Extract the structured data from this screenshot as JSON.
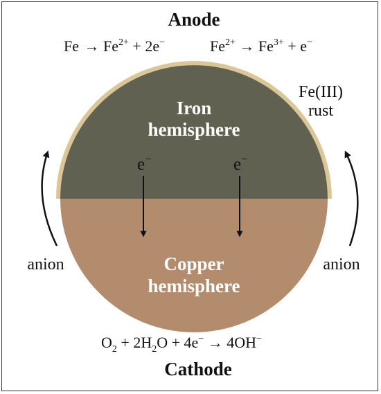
{
  "anode": {
    "title": "Anode",
    "reaction_1": {
      "reactant": "Fe",
      "product": "Fe",
      "product_charge": "2+",
      "electrons": "2e",
      "electron_charge": "−"
    },
    "reaction_2": {
      "reactant": "Fe",
      "reactant_charge": "2+",
      "product": "Fe",
      "product_charge": "3+",
      "electrons": "e",
      "electron_charge": "−"
    }
  },
  "rust": {
    "line1": "Fe(III)",
    "line2": "rust"
  },
  "iron": {
    "line1": "Iron",
    "line2": "hemisphere"
  },
  "copper": {
    "line1": "Copper",
    "line2": "hemisphere"
  },
  "electron_labels": {
    "left": "e",
    "right": "e",
    "charge": "−"
  },
  "anion": {
    "left": "anion",
    "right": "anion"
  },
  "cathode": {
    "title": "Cathode",
    "reaction": {
      "o2": "O",
      "o2_sub": "2",
      "water_coef": "2H",
      "water_sub": "2",
      "water_tail": "O",
      "electrons": "4e",
      "electron_charge": "−",
      "product": "4OH",
      "product_charge": "−"
    }
  },
  "colors": {
    "iron": "#616151",
    "copper": "#b38b6d",
    "rust_layer": "#dcc695",
    "frame": "#333333",
    "label_white": "#ffffff",
    "text": "#111111"
  }
}
